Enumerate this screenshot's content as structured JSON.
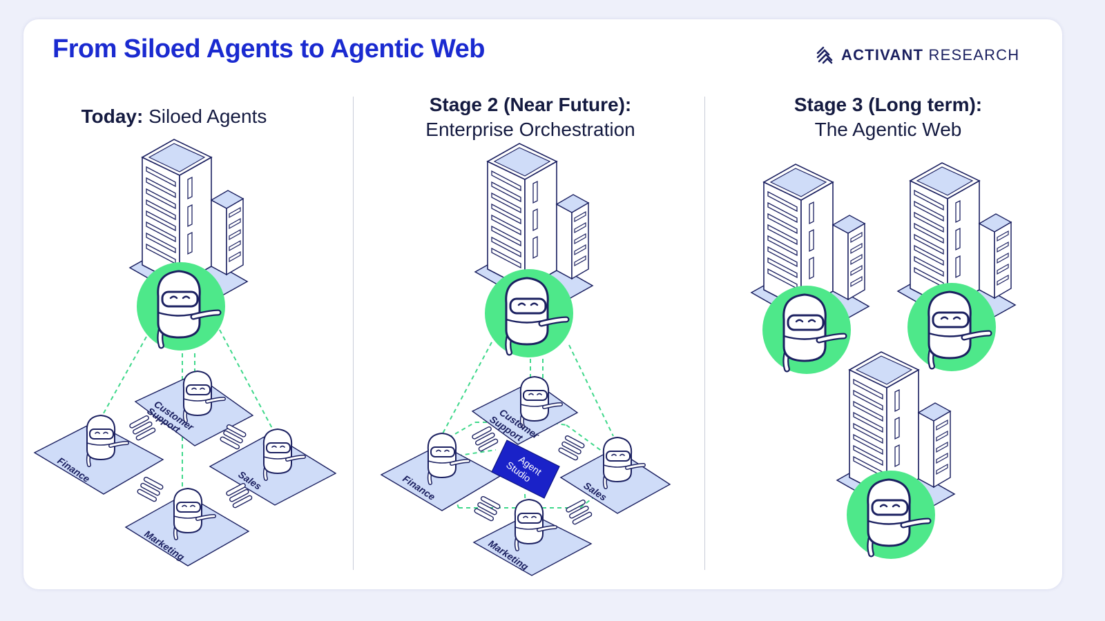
{
  "title": "From Siloed Agents to Agentic Web",
  "brand": {
    "name_part1": "ACTIVANT",
    "name_part2": "RESEARCH",
    "icon": "activant-chevrons-icon"
  },
  "colors": {
    "brand_blue": "#1a2ad0",
    "agent_green": "#4ee88a",
    "building_stroke": "#1b2060",
    "tile_fill": "#cfdcf8",
    "studio_blue": "#1a22c8"
  },
  "columns": [
    {
      "title_bold": "Today:",
      "title_rest": "Siloed Agents"
    },
    {
      "title_bold": "Stage 2 (Near Future):",
      "title_rest": "Enterprise Orchestration"
    },
    {
      "title_bold": "Stage 3 (Long term):",
      "title_rest": "The Agentic Web"
    }
  ],
  "departments": [
    "Customer Support",
    "Finance",
    "Sales",
    "Marketing"
  ],
  "department_lines": {
    "customer_support": [
      "Customer",
      "Support"
    ],
    "finance": "Finance",
    "sales": "Sales",
    "marketing": "Marketing"
  },
  "agent_studio": [
    "Agent",
    "Studio"
  ]
}
